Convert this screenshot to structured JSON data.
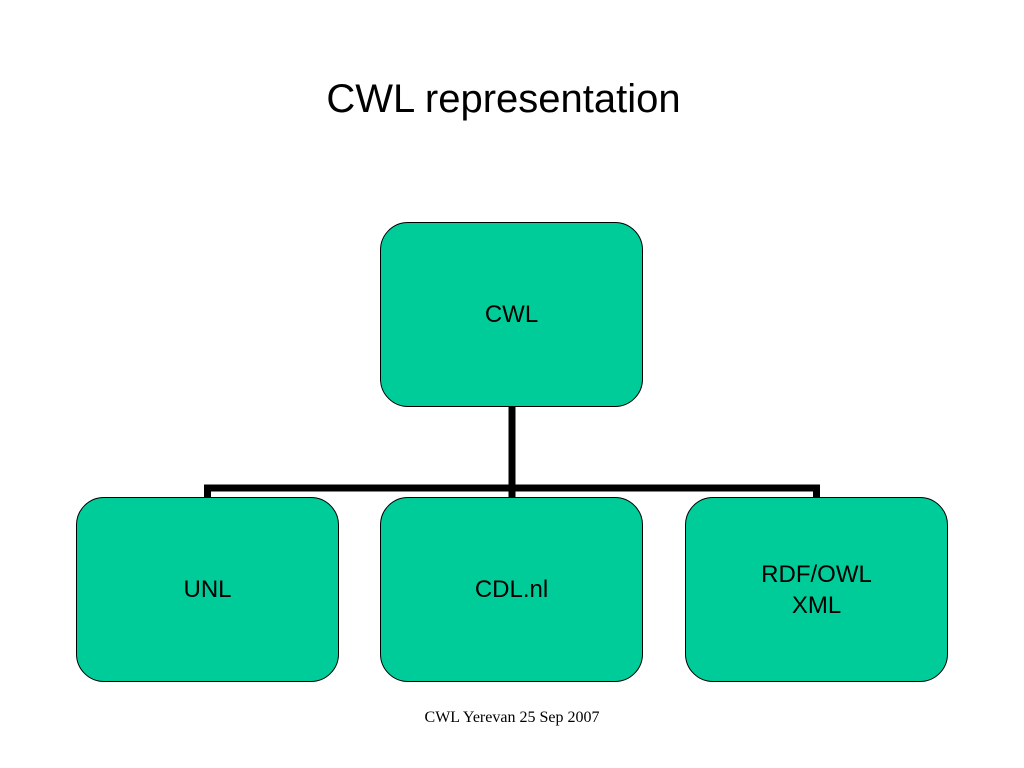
{
  "slide": {
    "title": "CWL representation",
    "footer": "CWL Yerevan 25 Sep 2007"
  },
  "diagram": {
    "type": "hierarchy",
    "fill_color": "#00CC99",
    "border_color": "#000000",
    "connector_color": "#000000",
    "root": {
      "label": "CWL"
    },
    "children": [
      {
        "label": "UNL"
      },
      {
        "label": "CDL.nl"
      },
      {
        "label": "RDF/OWL\nXML"
      }
    ]
  }
}
